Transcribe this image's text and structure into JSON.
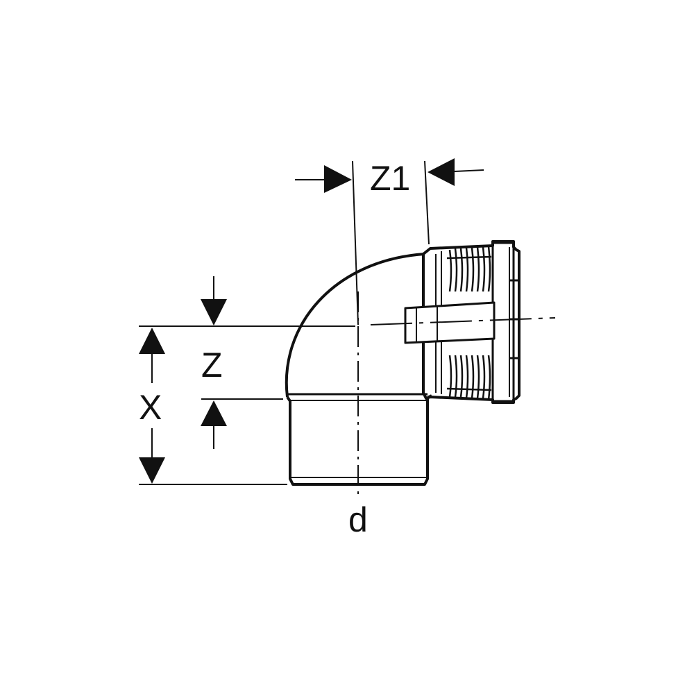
{
  "colors": {
    "background": "#ffffff",
    "ink": "#111111"
  },
  "labels": {
    "z1": "Z1",
    "z": "Z",
    "x": "X",
    "d": "d"
  }
}
